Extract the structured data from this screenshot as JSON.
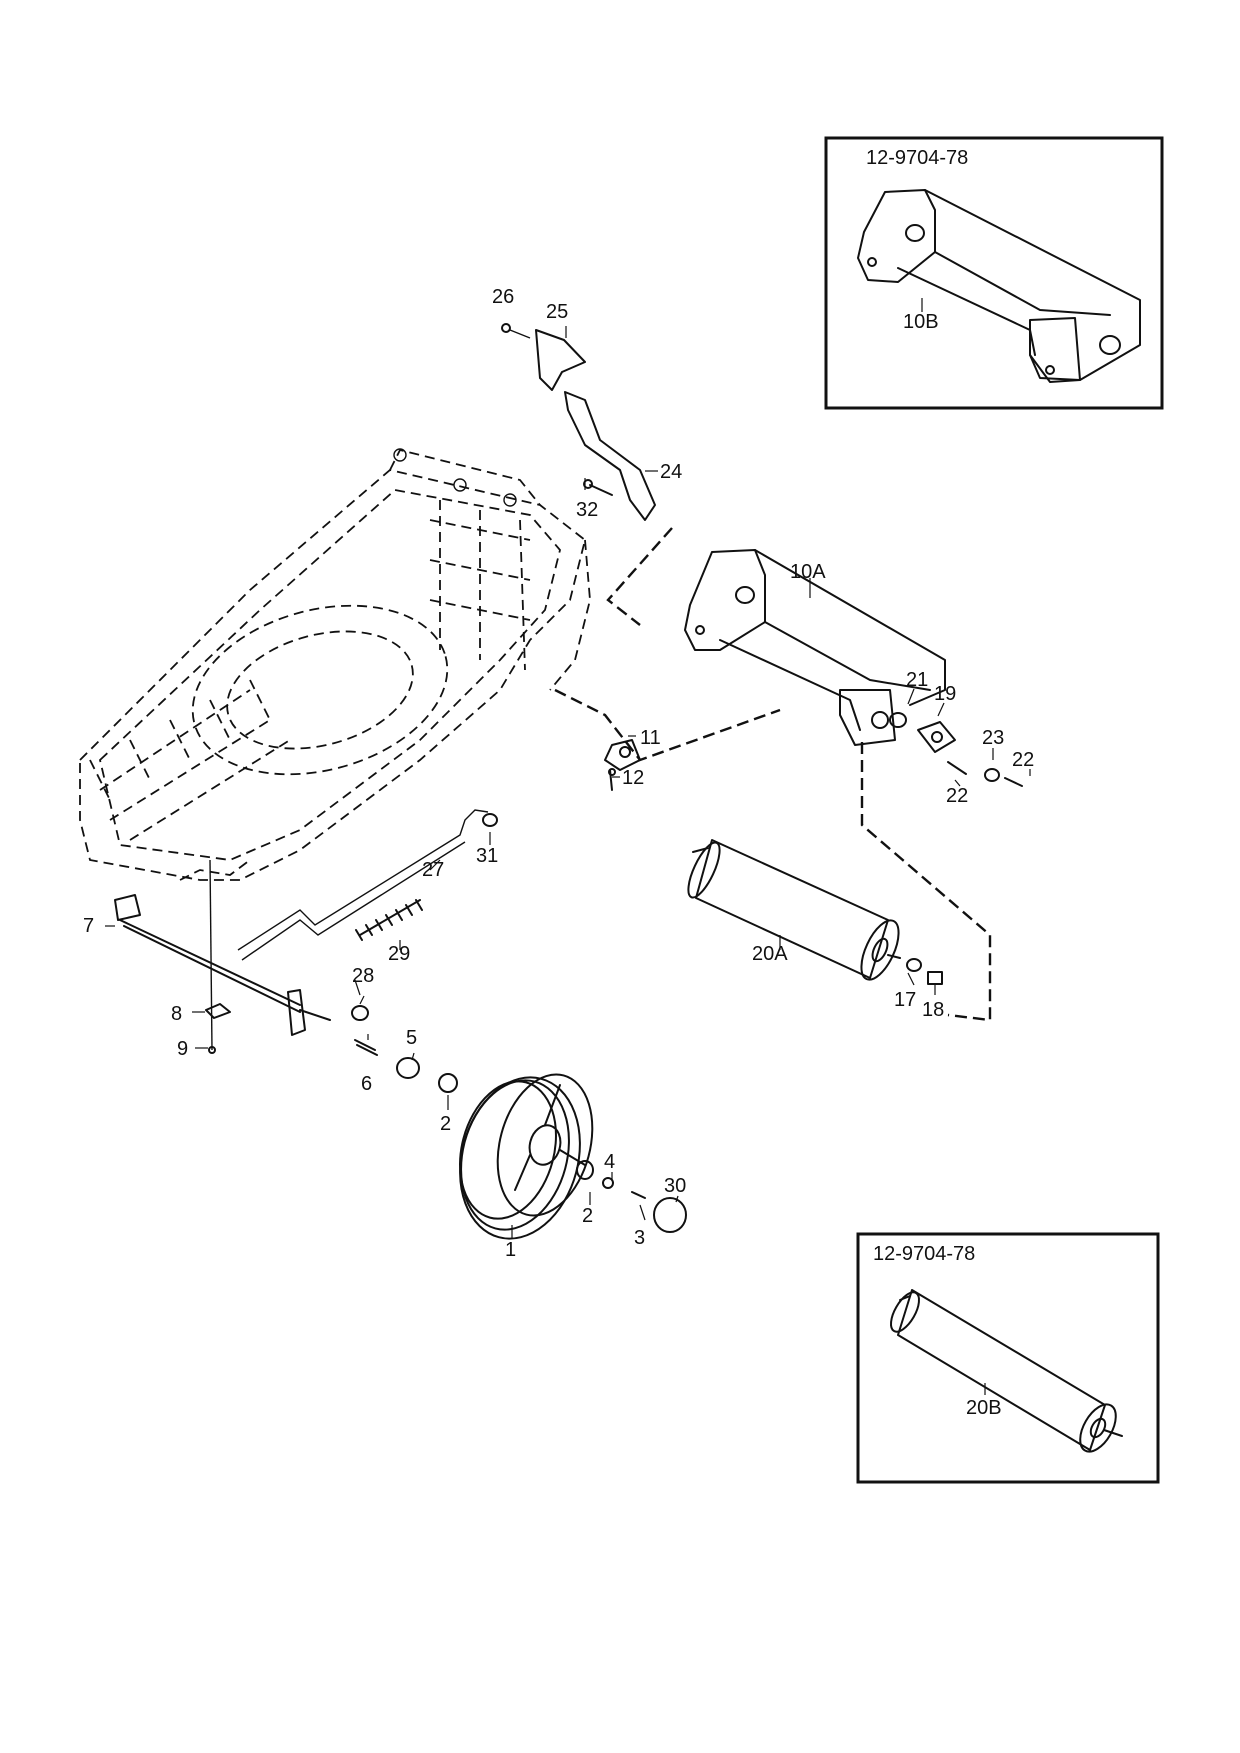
{
  "insets": {
    "top": {
      "code": "12-9704-78",
      "part_label": "10B"
    },
    "bottom": {
      "code": "12-9704-78",
      "part_label": "20B"
    }
  },
  "callouts": {
    "c1": "1",
    "c2a": "2",
    "c2b": "2",
    "c3": "3",
    "c4": "4",
    "c5": "5",
    "c6": "6",
    "c7": "7",
    "c8": "8",
    "c9": "9",
    "c10a": "10A",
    "c11": "11",
    "c12": "12",
    "c17": "17",
    "c18": "18",
    "c19": "19",
    "c20a": "20A",
    "c21": "21",
    "c22a": "22",
    "c22b": "22",
    "c23": "23",
    "c24": "24",
    "c25": "25",
    "c26": "26",
    "c27": "27",
    "c28": "28",
    "c29": "29",
    "c30": "30",
    "c31": "31",
    "c32": "32"
  }
}
